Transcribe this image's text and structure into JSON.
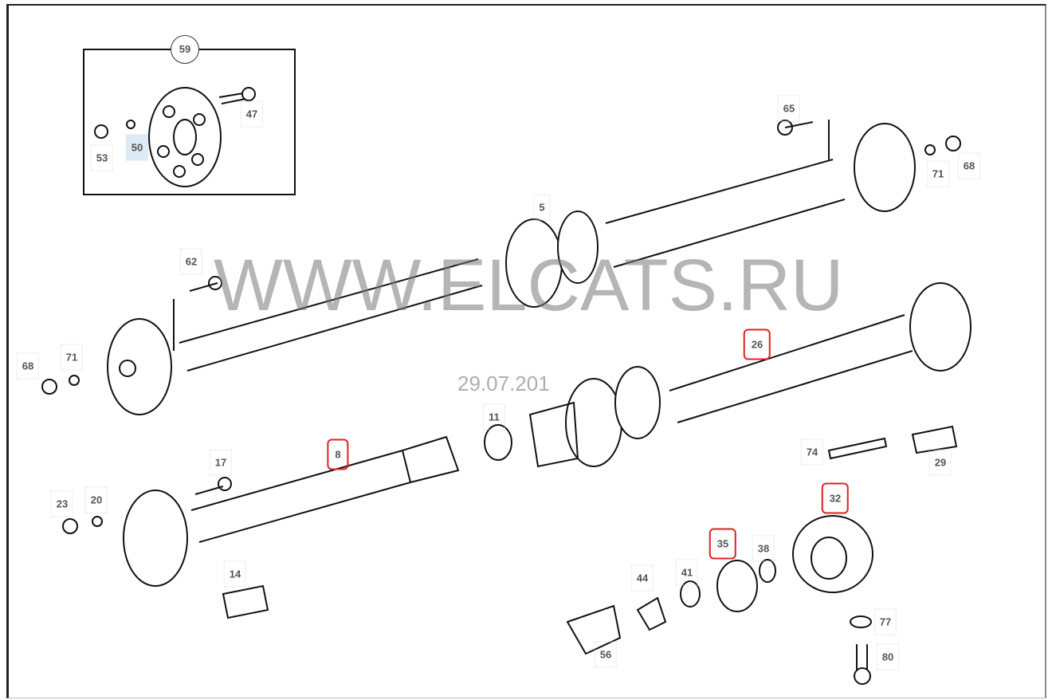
{
  "watermark": "WWW.ELCATS.RU",
  "date_stamp": "29.07.201",
  "inset_label": "59",
  "labels": [
    "47",
    "53",
    "50",
    "65",
    "71",
    "68",
    "5",
    "62",
    "68",
    "71",
    "26",
    "11",
    "8",
    "17",
    "23",
    "20",
    "74",
    "29",
    "32",
    "35",
    "38",
    "44",
    "41",
    "14",
    "77",
    "56",
    "80"
  ],
  "highlighted_red": [
    "26",
    "8",
    "32",
    "35"
  ],
  "colors": {
    "red_marker": "#e02020",
    "highlight": "#dcebf5",
    "watermark": "#787878"
  }
}
